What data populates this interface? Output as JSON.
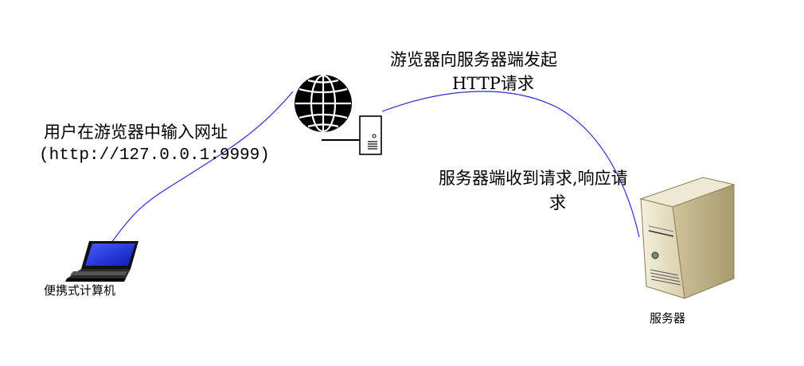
{
  "labels": {
    "user_input_line1": "用户在游览器中输入网址",
    "user_input_line2": "(http://127.0.0.1:9999)",
    "browser_request_line1": "游览器向服务器端发起",
    "browser_request_line2": "HTTP请求",
    "server_response_line1": "服务器端收到请求,响应请",
    "server_response_line2": "求",
    "laptop_caption": "便携式计算机",
    "server_caption": "服务器"
  },
  "colors": {
    "connection_line": "#2b2bd6",
    "laptop_screen": "#1c2be0",
    "server_body": "#e9e2c8"
  },
  "icons": {
    "laptop": "laptop-icon",
    "globe": "globe-icon",
    "web_server": "web-server-icon",
    "server": "server-tower-icon"
  }
}
